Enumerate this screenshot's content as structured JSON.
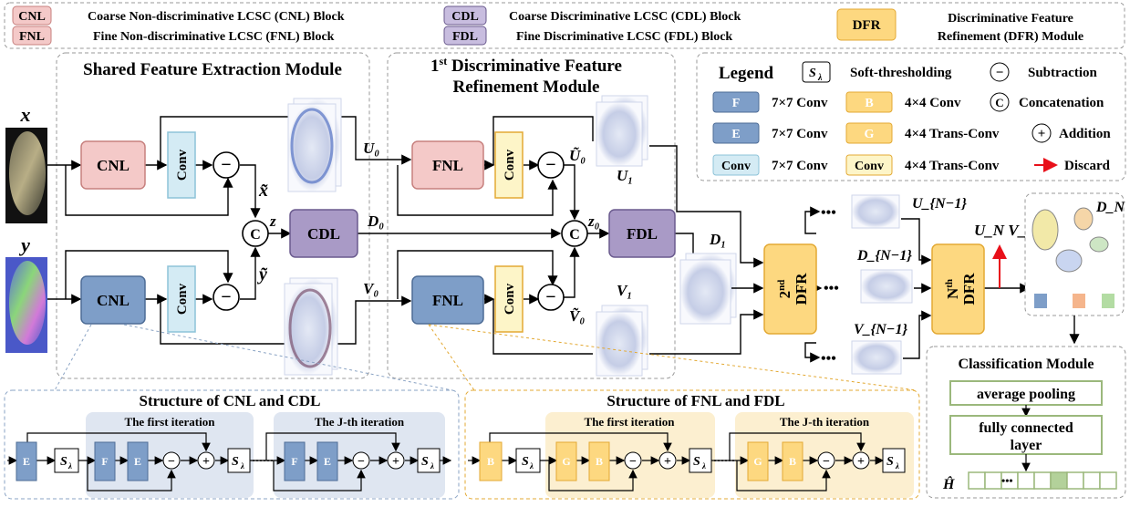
{
  "top_legend": [
    {
      "abbr": "CNL",
      "text": "Coarse Non-discriminative LCSC (CNL) Block"
    },
    {
      "abbr": "FNL",
      "text": "Fine Non-discriminative LCSC (FNL) Block"
    },
    {
      "abbr": "CDL",
      "text": "Coarse Discriminative LCSC (CDL) Block"
    },
    {
      "abbr": "FDL",
      "text": "Fine Discriminative LCSC (FDL) Block"
    },
    {
      "abbr": "DFR",
      "text1": "Discriminative Feature",
      "text2": "Refinement (DFR) Module"
    }
  ],
  "modules": {
    "shared": "Shared Feature Extraction Module",
    "dfr1_sup": "st",
    "dfr1_line1": "1",
    "dfr1_line1b": " Discriminative Feature",
    "dfr1_line2": "Refinement Module",
    "classification": "Classification Module"
  },
  "blocks": {
    "cnl": "CNL",
    "cdl": "CDL",
    "fnl": "FNL",
    "fdl": "FDL",
    "conv": "Conv",
    "dfr": "DFR",
    "dfr2_pre": "2",
    "dfr2_sup": "nd",
    "dfrn_pre": "N",
    "dfrn_sup": "th",
    "concat": "C",
    "minus": "−",
    "plus": "+"
  },
  "symbols": {
    "x": "x",
    "y": "y",
    "x_tilde": "x̃",
    "y_tilde": "ỹ",
    "z": "z",
    "z0": "z₀",
    "U0": "U₀",
    "V0": "V₀",
    "D0": "D₀",
    "U1": "U₁",
    "V1": "V₁",
    "D1": "D₁",
    "U0_tilde": "Ũ₀",
    "V0_tilde": "Ṽ₀",
    "UN1": "U_{N−1}",
    "DN1": "D_{N−1}",
    "VN1": "V_{N−1}",
    "UNVN": "U_N V_N",
    "DN": "D_N",
    "H": "Ĥ",
    "dots": "•••"
  },
  "legend": {
    "title": "Legend",
    "items": [
      {
        "glyph": "S_λ",
        "text": "Soft-thresholding"
      },
      {
        "glyph": "−",
        "text": "Subtraction"
      },
      {
        "glyph": "F",
        "text": "7×7 Conv"
      },
      {
        "glyph": "B",
        "text": "4×4 Conv"
      },
      {
        "glyph": "C",
        "text": "Concatenation"
      },
      {
        "glyph": "E",
        "text": "7×7 Conv"
      },
      {
        "glyph": "G",
        "text": "4×4 Trans-Conv"
      },
      {
        "glyph": "+",
        "text": "Addition"
      },
      {
        "glyph": "Conv",
        "text": "7×7 Conv"
      },
      {
        "glyph": "Conv",
        "text": "4×4 Trans-Conv"
      },
      {
        "glyph": "arrow",
        "text": "Discard"
      }
    ]
  },
  "structure_cnl": {
    "title": "Structure of CNL and CDL",
    "first": "The first iteration",
    "jth": "The J-th iteration",
    "e": "E",
    "f": "F",
    "s": "S",
    "lambda": "λ",
    "ellipsis": "······"
  },
  "structure_fnl": {
    "title": "Structure of FNL and FDL",
    "first": "The first iteration",
    "jth": "The J-th iteration",
    "b": "B",
    "g": "G",
    "s": "S",
    "lambda": "λ",
    "ellipsis": "······"
  },
  "classification": {
    "pool": "average pooling",
    "fc1": "fully connected",
    "fc2": "layer",
    "dots": "•••"
  },
  "colors": {
    "pink": "#f4c9c8",
    "pink_stroke": "#c7807e",
    "purple": "#a99ac6",
    "purple_stroke": "#6a5a8e",
    "blue": "#7e9ec8",
    "blue_stroke": "#4d6c96",
    "lightblue": "#d4ebf4",
    "lightblue_stroke": "#8dc3d8",
    "yellow": "#fdd880",
    "yellow_stroke": "#e3a933",
    "lightyellow": "#fdf5c8",
    "green_stroke": "#9bb87c",
    "red": "#e8101a"
  }
}
